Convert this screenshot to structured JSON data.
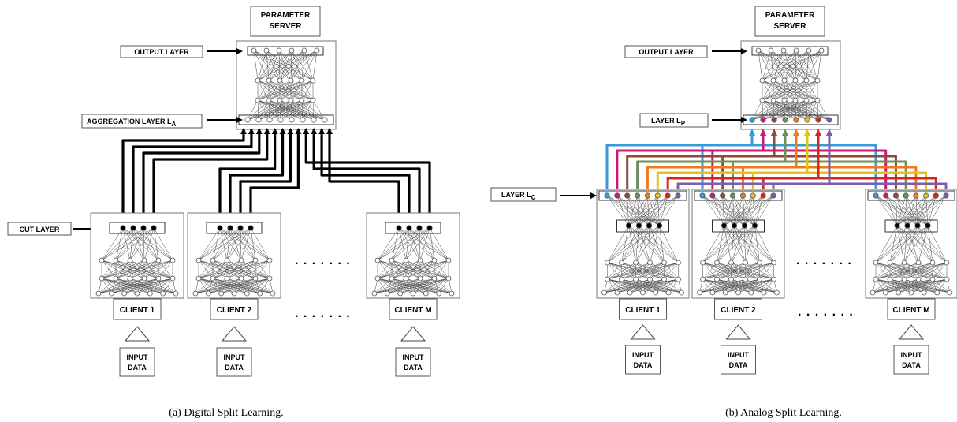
{
  "digital": {
    "server_line1": "PARAMETER",
    "server_line2": "SERVER",
    "output_layer": "OUTPUT LAYER",
    "aggregation_layer": "AGGREGATION LAYER L",
    "aggregation_sub": "A",
    "cut_layer": "CUT LAYER",
    "clients": [
      "CLIENT 1",
      "CLIENT 2",
      "CLIENT M"
    ],
    "input_line1": "INPUT",
    "input_line2": "DATA",
    "dots": ". . . . . . .",
    "caption": "(a) Digital Split Learning."
  },
  "analog": {
    "server_line1": "PARAMETER",
    "server_line2": "SERVER",
    "output_layer": "OUTPUT LAYER",
    "layer_p": "LAYER L",
    "layer_p_sub": "P",
    "layer_c": "LAYER L",
    "layer_c_sub": "C",
    "clients": [
      "CLIENT 1",
      "CLIENT 2",
      "CLIENT M"
    ],
    "input_line1": "INPUT",
    "input_line2": "DATA",
    "dots": ". . . . . . .",
    "caption": "(b) Analog Split Learning."
  },
  "colors": {
    "line": "#000000",
    "series": [
      "#3a9ad9",
      "#d0157a",
      "#8b4a3b",
      "#6f8f5e",
      "#f07a1a",
      "#e3c21a",
      "#d9261c",
      "#7b5ea7"
    ]
  }
}
